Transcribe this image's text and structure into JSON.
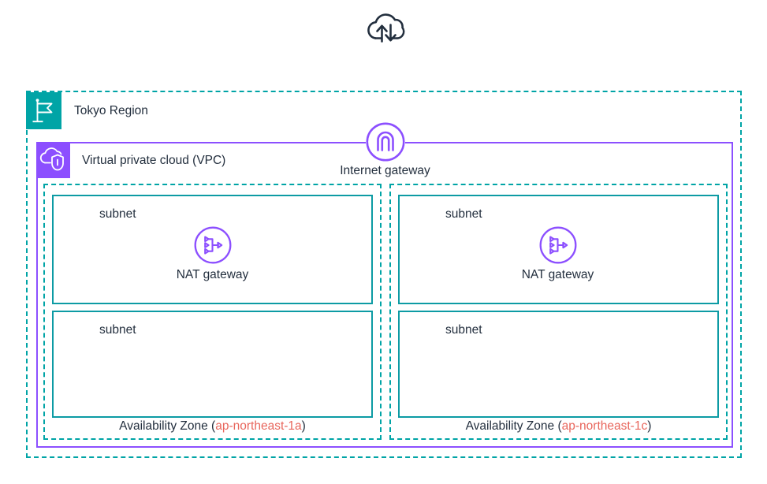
{
  "diagram": {
    "top_icon": "cloud-upload-download-icon",
    "region": {
      "title": "Tokyo Region",
      "icon": "region-flag-icon",
      "color": "#00a4a6"
    },
    "vpc": {
      "title": "Virtual private cloud (VPC)",
      "icon": "vpc-cloud-shield-icon",
      "color": "#8c4fff"
    },
    "internet_gateway": {
      "label": "Internet gateway",
      "icon": "internet-gateway-icon",
      "color": "#8c4fff"
    },
    "availability_zones": [
      {
        "label_prefix": "Availability Zone (",
        "code": "ap-northeast-1a",
        "label_suffix": ")",
        "code_color": "#e8665c",
        "subnets": [
          {
            "label": "subnet",
            "resource": {
              "label": "NAT gateway",
              "icon": "nat-gateway-icon"
            }
          },
          {
            "label": "subnet",
            "resource": null
          }
        ]
      },
      {
        "label_prefix": "Availability Zone (",
        "code": "ap-northeast-1c",
        "label_suffix": ")",
        "code_color": "#e8665c",
        "subnets": [
          {
            "label": "subnet",
            "resource": {
              "label": "NAT gateway",
              "icon": "nat-gateway-icon"
            }
          },
          {
            "label": "subnet",
            "resource": null
          }
        ]
      }
    ]
  }
}
